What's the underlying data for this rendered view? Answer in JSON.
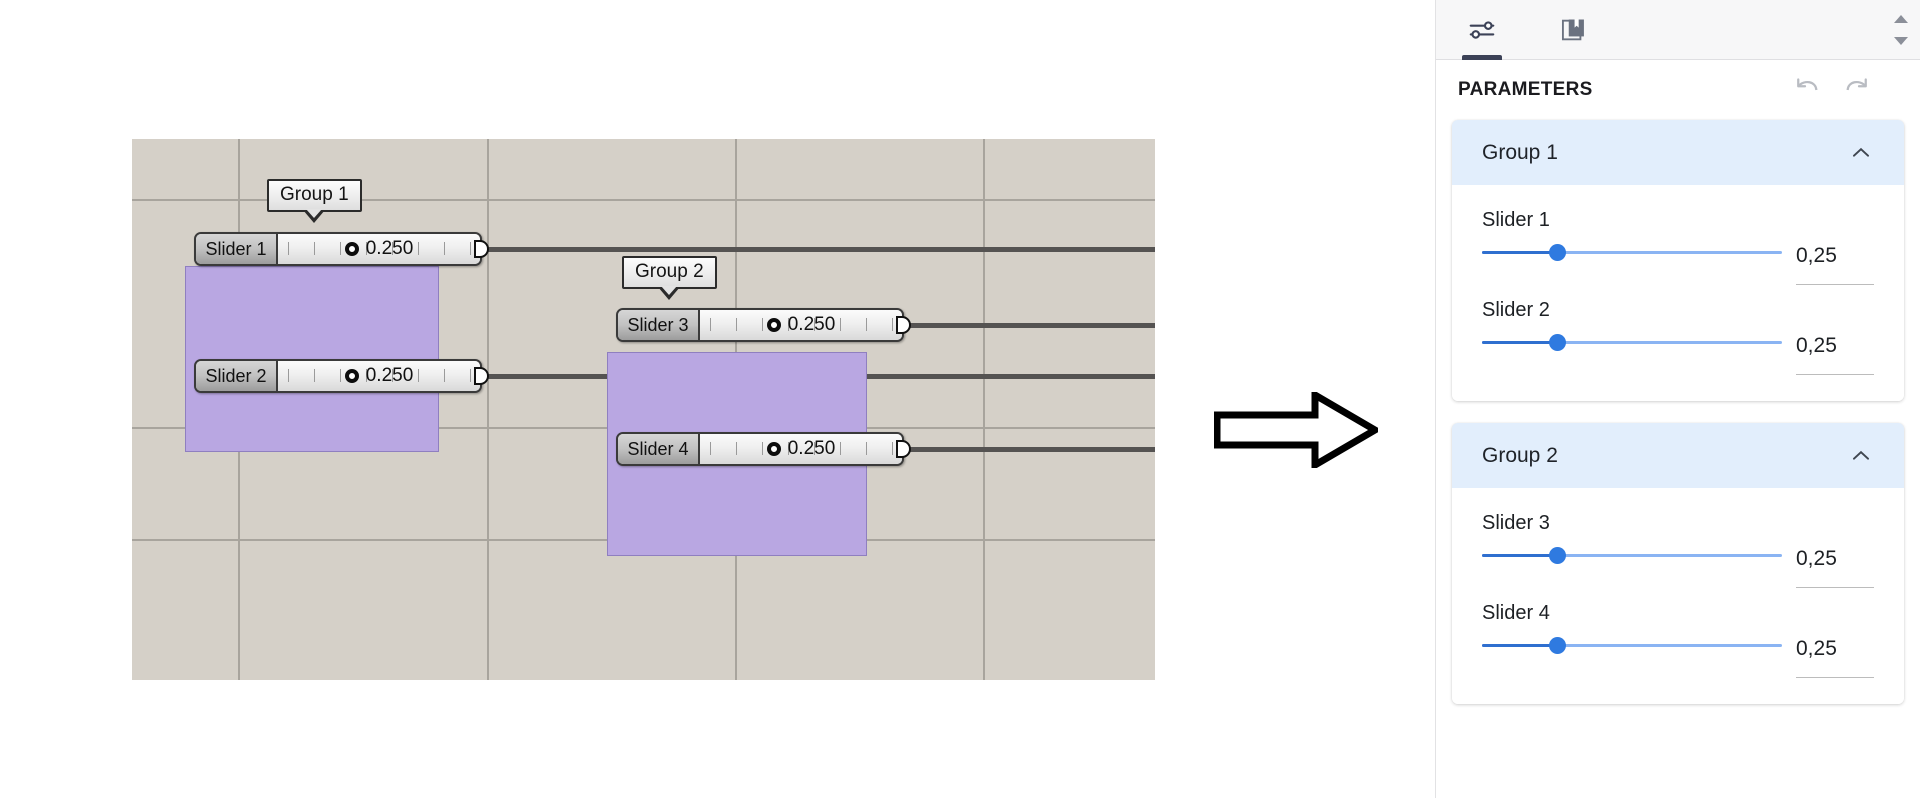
{
  "canvas": {
    "groups": [
      {
        "tag": "Group 1",
        "sliders": [
          {
            "name": "Slider 1",
            "value": "0.250"
          },
          {
            "name": "Slider 2",
            "value": "0.250"
          }
        ]
      },
      {
        "tag": "Group 2",
        "sliders": [
          {
            "name": "Slider 3",
            "value": "0.250"
          },
          {
            "name": "Slider 4",
            "value": "0.250"
          }
        ]
      }
    ],
    "arrow_icon": "right-arrow-outline-icon"
  },
  "panel": {
    "tabs": [
      {
        "icon": "sliders-settings-icon",
        "active": true
      },
      {
        "icon": "book-bookmark-icon",
        "active": false
      }
    ],
    "scroll_up_icon": "triangle-up-icon",
    "scroll_down_icon": "triangle-down-icon",
    "title": "PARAMETERS",
    "undo_icon": "undo-arrow-icon",
    "redo_icon": "redo-arrow-icon",
    "collapse_icon": "chevron-up-icon",
    "groups": [
      {
        "name": "Group 1",
        "params": [
          {
            "label": "Slider 1",
            "value": "0,25",
            "fill_percent": 25
          },
          {
            "label": "Slider 2",
            "value": "0,25",
            "fill_percent": 25
          }
        ]
      },
      {
        "name": "Group 2",
        "params": [
          {
            "label": "Slider 3",
            "value": "0,25",
            "fill_percent": 25
          },
          {
            "label": "Slider 4",
            "value": "0,25",
            "fill_percent": 25
          }
        ]
      }
    ]
  },
  "colors": {
    "canvas_bg": "#d5d0c8",
    "group_purple": "#b9a7e2",
    "wire": "#555352",
    "accent_blue": "#2f7ae0",
    "group_header_blue": "#e2eefc",
    "tab_underline": "#3c4257"
  }
}
